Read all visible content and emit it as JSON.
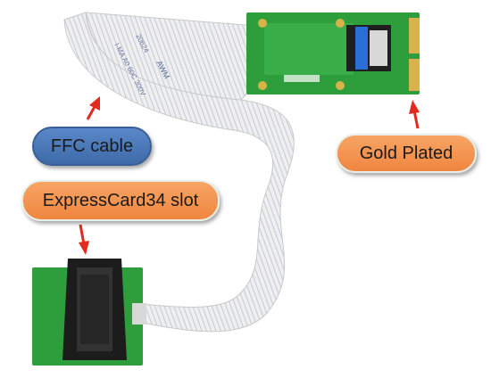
{
  "labels": {
    "ffc_cable": "FFC cable",
    "gold_plated": "Gold Plated",
    "expresscard_slot": "ExpressCard34 slot"
  },
  "cable_print": {
    "brand": "AWM",
    "rating": "I-MA A0 80C 300V",
    "code": "20624"
  },
  "colors": {
    "pcb_green": "#2e9e3c",
    "cable_white": "#eeeeee",
    "cable_stripe": "#a9b6d2",
    "gold": "#d8b34a",
    "arrow_red": "#e22a1e",
    "callout_blue": "#4e7dbd",
    "callout_orange": "#f4995a"
  }
}
